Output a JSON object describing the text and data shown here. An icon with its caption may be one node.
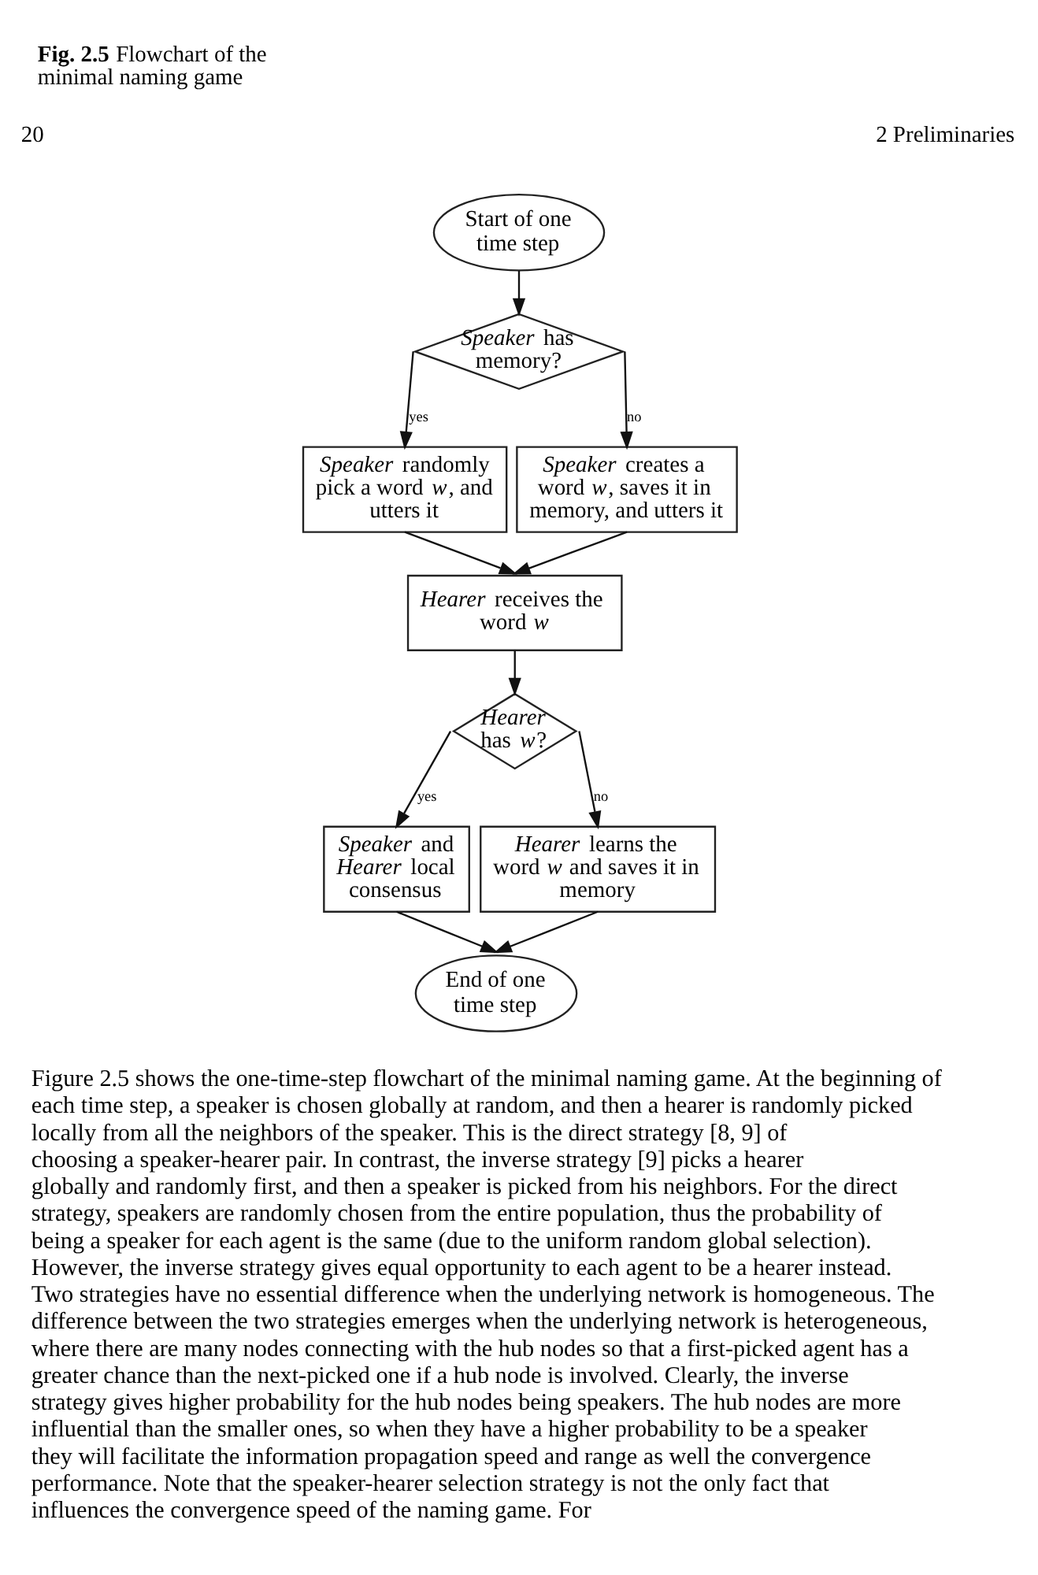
{
  "diagram": {
    "caption": "**Fig. 2.5** Flowchart of the minimal naming game",
    "nodes": [
      {
        "text": [
          "Start of one time step"
        ]
      },
      {
        "text": [
          "*Speaker* has memory?"
        ]
      },
      {
        "text": [
          "*Speaker* randomly pick a word *w*, and utters it"
        ]
      },
      {
        "text": [
          "*Speaker* creates a word *w*, saves it in memory, and utters it"
        ]
      },
      {
        "text": [
          "*Hearer* receives the word *w*"
        ]
      },
      {
        "text": [
          "*Hearer* has *w*?"
        ]
      },
      {
        "text": [
          "*Speaker* and *Hearer* local consensus"
        ]
      },
      {
        "text": [
          "*Hearer* learns the word *w* and saves it in memory"
        ]
      },
      {
        "text": [
          "End of one time step"
        ]
      }
    ],
    "edges": [
      {
        "from": 0,
        "to": 1,
        "arrow": "to"
      },
      {
        "from": 1,
        "to": 2,
        "arrow": "to",
        "label": "yes"
      },
      {
        "from": 1,
        "to": 3,
        "arrow": "to",
        "label": "no"
      },
      {
        "from": 2,
        "to": 4,
        "arrow": "to"
      },
      {
        "from": 3,
        "to": 4,
        "arrow": "to"
      },
      {
        "from": 4,
        "to": 5,
        "arrow": "to"
      },
      {
        "from": 5,
        "to": 6,
        "arrow": "to",
        "label": "yes"
      },
      {
        "from": 5,
        "to": 7,
        "arrow": "to",
        "label": "no"
      },
      {
        "from": 6,
        "to": 8,
        "arrow": "to"
      },
      {
        "from": 7,
        "to": 8,
        "arrow": "to"
      }
    ],
    "labels": [
      "20",
      "2 Preliminaries",
      "Figure 2.5 shows the one-time-step flowchart of the minimal naming game. At the beginning of each time step, a speaker is chosen globally at random, and then a hearer is randomly picked locally from all the neighbors of the speaker. This is the direct strategy [8, 9] of choosing a speaker-hearer pair. In contrast, the inverse strategy [9] picks a hearer globally and randomly first, and then a speaker is picked from his neighbors. For the direct strategy, speakers are randomly chosen from the entire population, thus the probability of being a speaker for each agent is the same (due to the uniform random global selection). However, the inverse strategy gives equal opportunity to each agent to be a hearer instead. Two strategies have no essential difference when the underlying network is homogeneous. The difference between the two strategies emerges when the underlying network is heterogeneous, where there are many nodes connecting with the hub nodes so that a first-picked agent has a greater chance than the next-picked one if a hub node is involved. Clearly, the inverse strategy gives higher probability for the hub nodes being speakers. The hub nodes are more influential than the smaller ones, so when they have a higher probability to be a speaker they will facilitate the information propagation speed and range as well the convergence performance. Note that the speaker-hearer selection strategy is not the only fact that influences the convergence speed of the naming game. For"
    ]
  }
}
